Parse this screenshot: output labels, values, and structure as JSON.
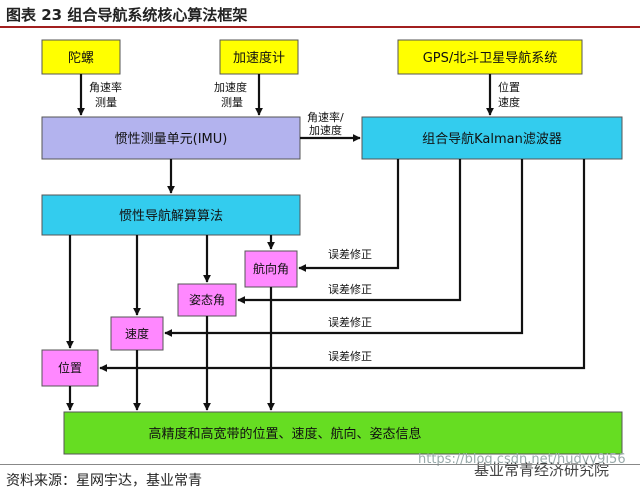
{
  "figure": {
    "title": "图表 23  组合导航系统核心算法框架",
    "source": "资料来源：星网宇达，基业常青",
    "watermark": "https://blog.csdn.net/hudyy9i56",
    "brand": "基业常青经济研究院"
  },
  "nodes": {
    "gyro": "陀螺",
    "accel": "加速度计",
    "gps": "GPS/北斗卫星导航系统",
    "imu": "惯性测量单元(IMU)",
    "kalman": "组合导航Kalman滤波器",
    "ins": "惯性导航解算算法",
    "heading": "航向角",
    "attitude": "姿态角",
    "velocity": "速度",
    "position": "位置",
    "output": "高精度和高宽带的位置、速度、航向、姿态信息"
  },
  "edges": {
    "gyro_to_imu": [
      "角速率",
      "测量"
    ],
    "accel_to_imu": [
      "加速度",
      "测量"
    ],
    "gps_to_kalman": [
      "位置",
      "速度"
    ],
    "imu_to_kalman": [
      "角速率/",
      "加速度"
    ],
    "correction": "误差修正"
  }
}
